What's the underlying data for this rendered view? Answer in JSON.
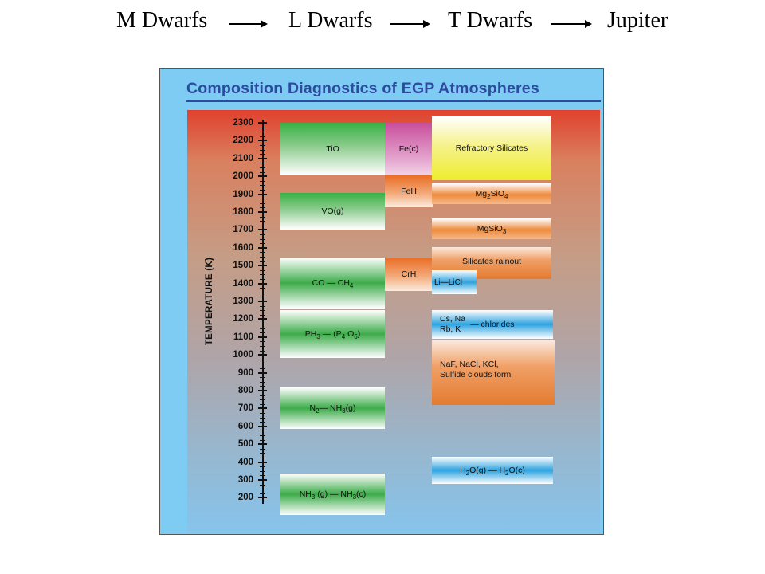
{
  "sequence": {
    "items": [
      "M Dwarfs",
      "L Dwarfs",
      "T Dwarfs",
      "Jupiter"
    ]
  },
  "figure": {
    "title": "Composition Diagnostics of EGP Atmospheres",
    "y_axis_label": "TEMPERATURE (K)",
    "ticks": [
      "2300",
      "2200",
      "2100",
      "2000",
      "1900",
      "1800",
      "1700",
      "1600",
      "1500",
      "1400",
      "1300",
      "1200",
      "1100",
      "1000",
      "900",
      "800",
      "700",
      "600",
      "500",
      "400",
      "300",
      "200"
    ],
    "col1": {
      "tio": "TiO",
      "vo": "VO(g)",
      "co_a": "CO",
      "co_b": "CH",
      "co_sub": "4",
      "ph_a": "PH",
      "ph_sub1": "3",
      "ph_b": "(P",
      "ph_sub2": "4",
      "ph_c": "O",
      "ph_sub3": "6",
      "ph_d": ")",
      "n2_a": "N",
      "n2_sub": "2",
      "n2_b": "NH",
      "n2_sub2": "3",
      "n2_c": "(g)",
      "nh_a": "NH",
      "nh_sub1": "3",
      "nh_b": "(g)",
      "nh_c": "NH",
      "nh_sub2": "3",
      "nh_d": "(c)"
    },
    "col2": {
      "fe": "Fe(c)",
      "feh": "FeH",
      "crh": "CrH"
    },
    "col3": {
      "refractory": "Refractory Silicates",
      "mg2_a": "Mg",
      "mg2_sub1": "2",
      "mg2_b": "SiO",
      "mg2_sub2": "4",
      "mgsio_a": "MgSiO",
      "mgsio_sub": "3",
      "rainout": "Silicates rainout",
      "li_a": "Li",
      "li_b": "LiCl",
      "cs_line1": "Cs, Na",
      "cs_line2": "Rb, K",
      "cs_right": "chlorides",
      "naf_line1": "NaF, NaCl, KCl,",
      "naf_line2": "Sulfide clouds form",
      "h2o_a": "H",
      "h2o_sub1": "2",
      "h2o_b": "O(g)",
      "h2o_c": "H",
      "h2o_sub2": "2",
      "h2o_d": "O(c)"
    },
    "arrow_glyph": "—"
  },
  "colors": {
    "title_blue": "#2e4aa0",
    "panel_blue": "#7ecbf3",
    "red_top": "#e0412d",
    "green": "#38b144",
    "orange": "#ea6d25",
    "yellow": "#eded2d",
    "pink": "#c94e9c",
    "blue": "#2ea3e0"
  }
}
